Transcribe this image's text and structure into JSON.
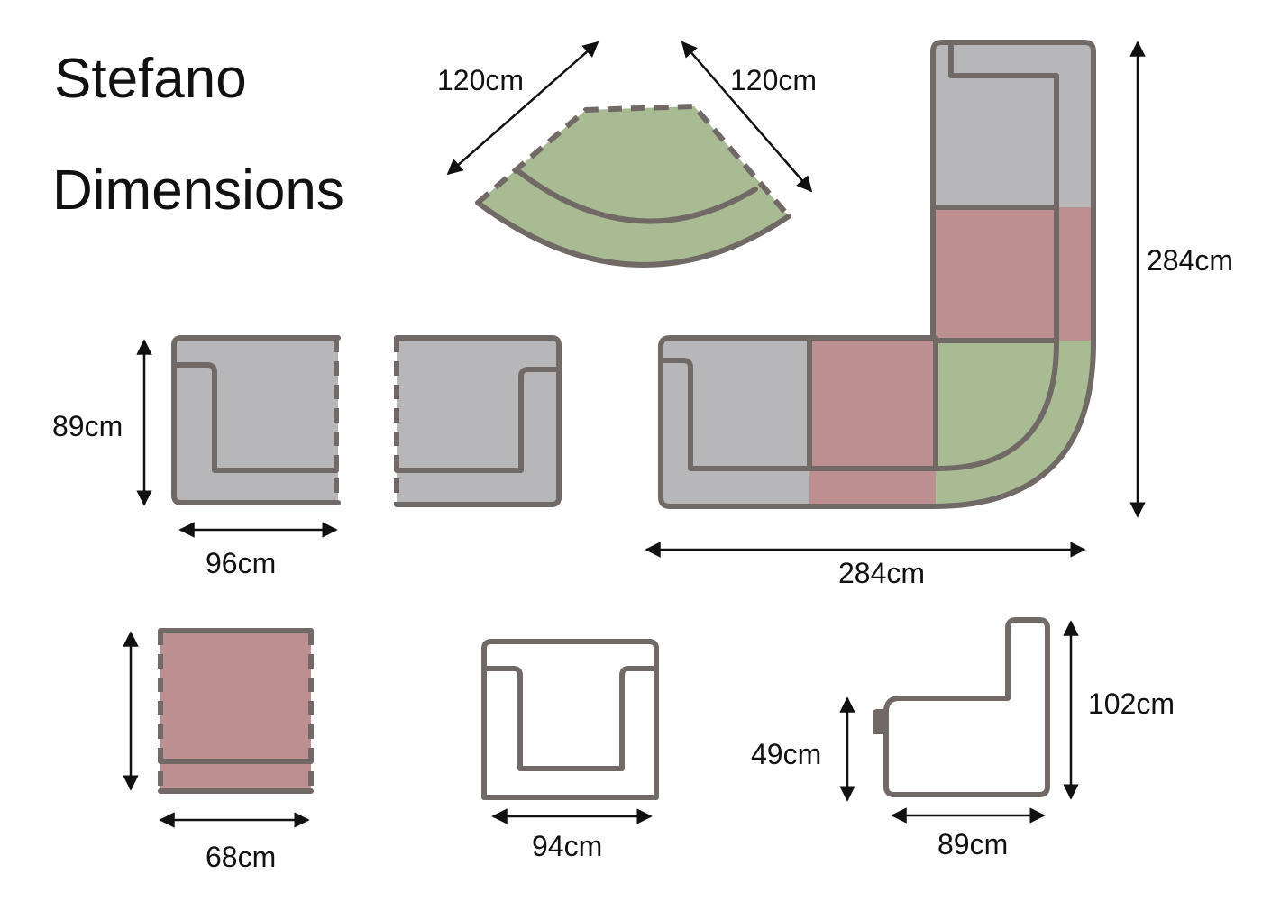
{
  "title": {
    "line1": "Stefano",
    "line2": "Dimensions"
  },
  "colors": {
    "outline": "#716965",
    "grey": "#b7b7b9",
    "pink": "#bc9090",
    "green": "#a9bb93"
  },
  "pieces": {
    "corner": {
      "side_a": "120cm",
      "side_b": "120cm"
    },
    "l_sofa": {
      "height": "284cm",
      "width": "284cm"
    },
    "arm_units": {
      "depth": "89cm",
      "width": "96cm"
    },
    "ottoman": {
      "width": "68cm"
    },
    "armchair": {
      "width": "94cm"
    },
    "side_view": {
      "seat_height": "49cm",
      "total_height": "102cm",
      "depth": "89cm"
    }
  }
}
